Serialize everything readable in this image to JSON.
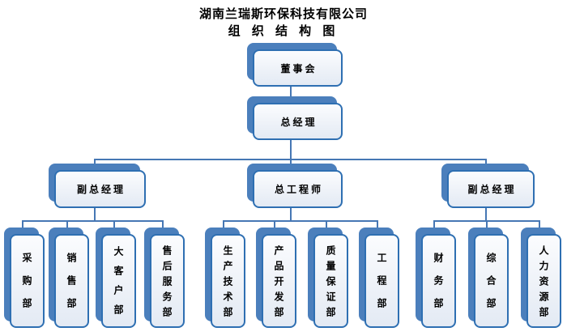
{
  "header": {
    "title": "湖南兰瑞斯环保科技有限公司",
    "subtitle": "组 织 结 构 图"
  },
  "org": {
    "root": {
      "label": "董事会"
    },
    "gm": {
      "label": "总经理"
    },
    "branches": [
      {
        "label": "副总经理",
        "departments": [
          "采购部",
          "销售部",
          "大客户部",
          "售后服务部"
        ]
      },
      {
        "label": "总工程师",
        "departments": [
          "生产技术部",
          "产品开发部",
          "质量保证部",
          "工程部"
        ]
      },
      {
        "label": "副总经理",
        "departments": [
          "财务部",
          "综合部",
          "人力资源部"
        ]
      }
    ]
  },
  "colors": {
    "accent_shadow": "#4b7fbc",
    "box_border": "#2e6fb2",
    "connector_line": "#4677b4",
    "box_fill_light": "#eef2f8",
    "text": "#000000"
  }
}
